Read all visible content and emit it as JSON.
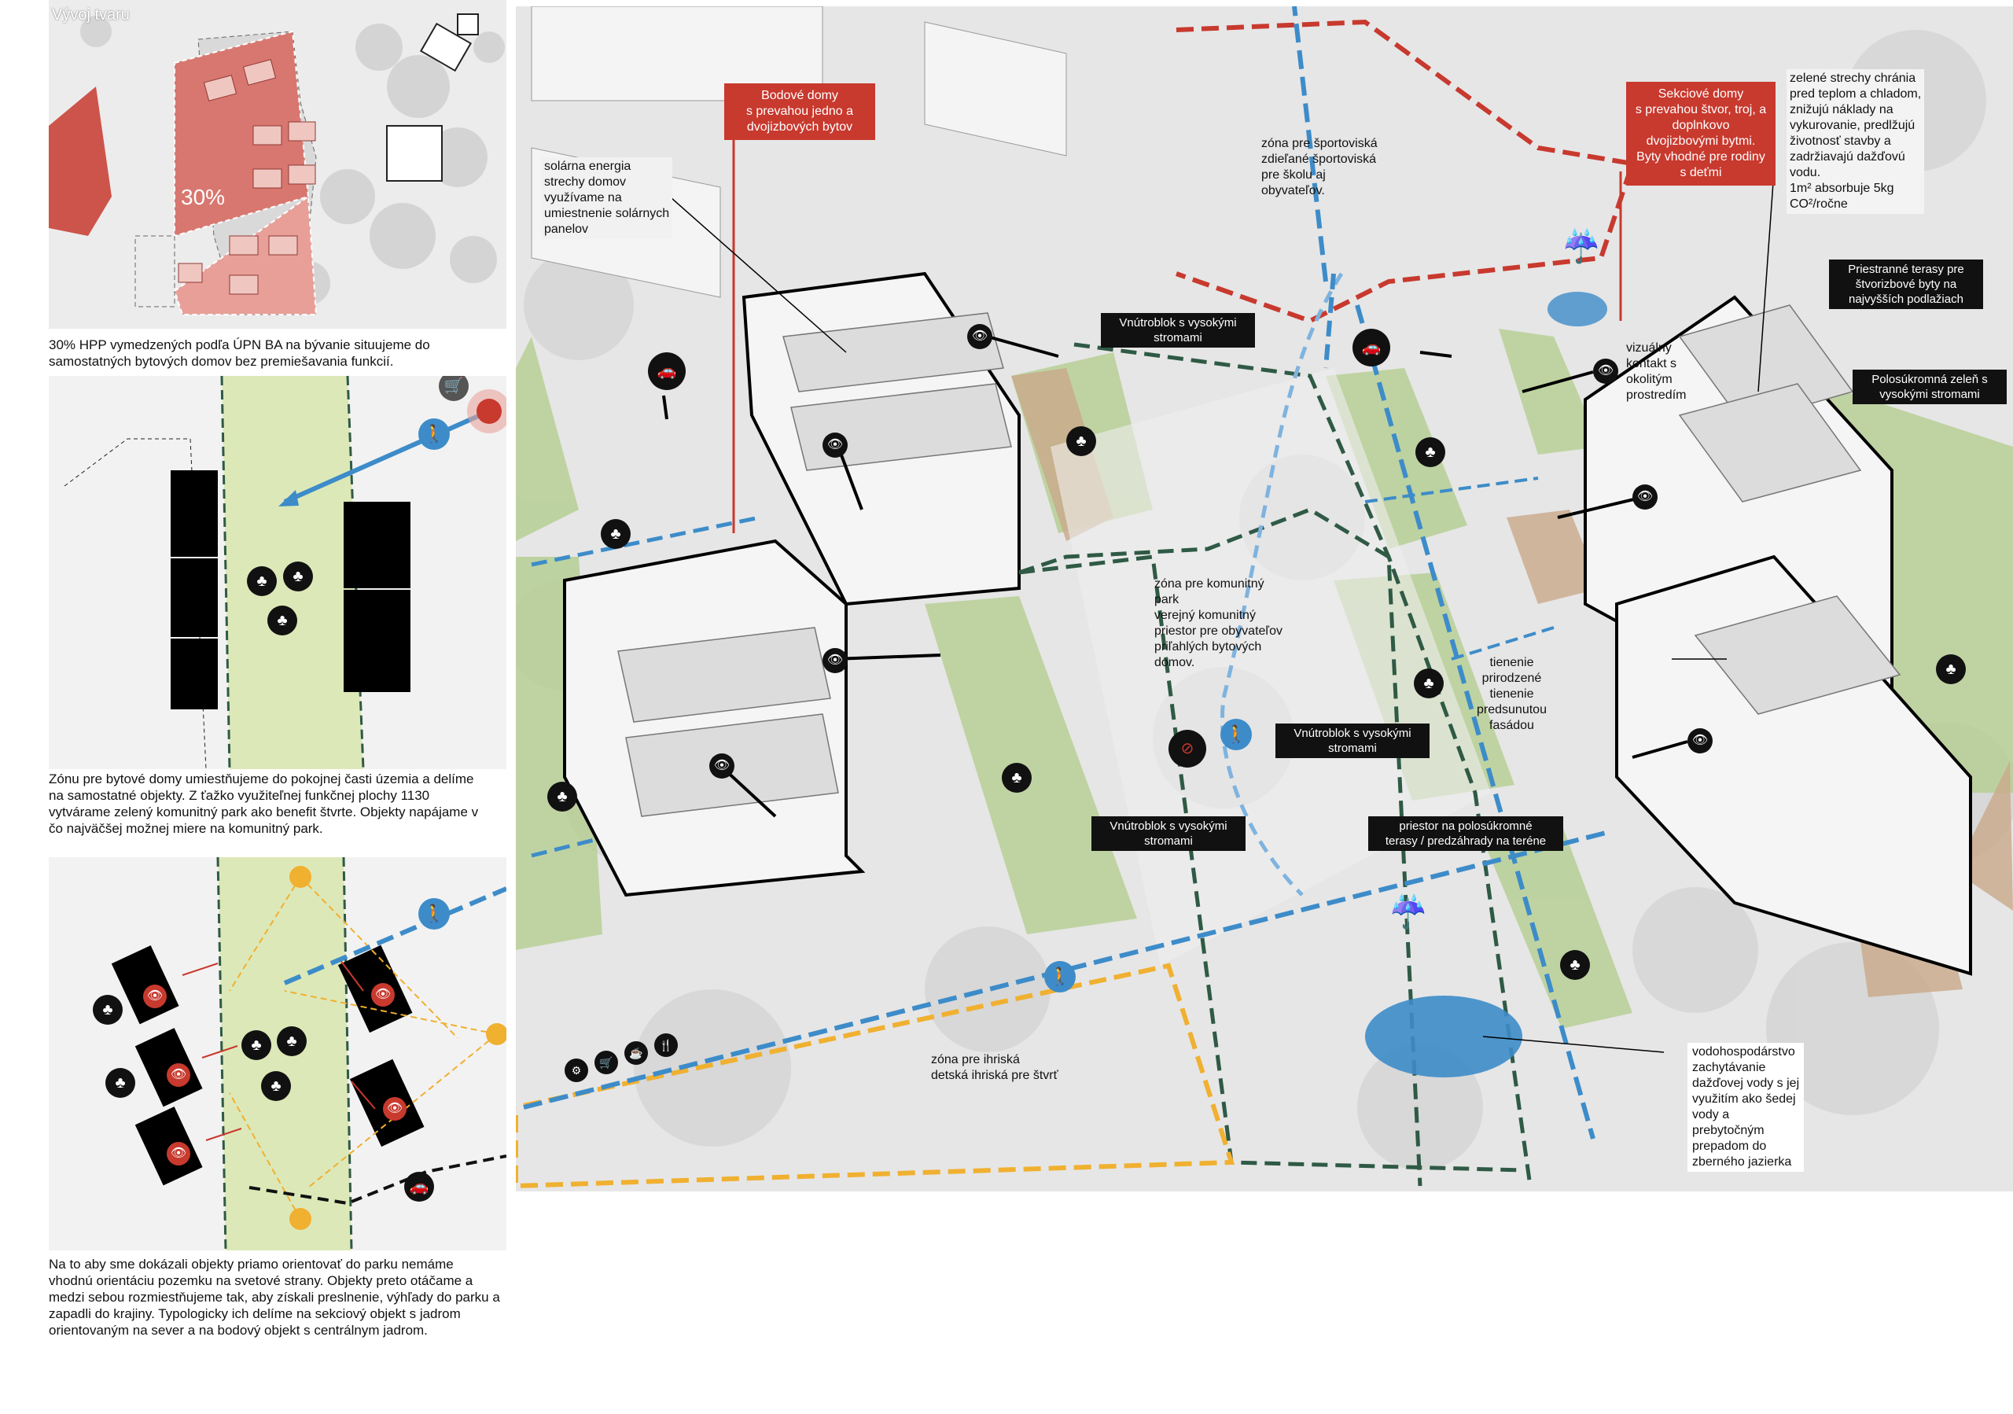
{
  "panel1": {
    "title": "Vývoj tvaru",
    "percent": "30%"
  },
  "caption1": "30% HPP vymedzených podľa ÚPN BA na bývanie situujeme do samostatných bytových domov bez premiešavania funkcií.",
  "caption2": "Zónu pre bytové domy umiestňujeme do pokojnej časti územia a delíme na samostatné objekty. Z ťažko využiteľnej funkčnej plochy 1130 vytvárame zelený komunitný park ako benefit štvrte. Objekty napájame v čo najväčšej možnej miere na komunitný park.",
  "caption3": "Na to aby sme dokázali objekty priamo orientovať do parku nemáme vhodnú orientáciu pozemku na svetové strany. Objekty preto otáčame a medzi sebou rozmiestňujeme tak, aby získali preslnenie, výhľady do parku a zapadli do krajiny. Typologicky ich delíme na sekciový objekt s jadrom orientovaným na sever a na bodový objekt s centrálnym jadrom.",
  "main": {
    "red_tag_left": "Bodové domy\ns prevahou jedno a\ndvojizbových bytov",
    "red_tag_right": "Sekciové domy\ns prevahou štvor, troj, a\ndoplnkovo\ndvojizbovými  bytmi.\nByty vhodné pre rodiny\ns deťmi",
    "solar": "solárna energia\nstrechy domov\nvyužívame na\numiestnenie solárnych\npanelov",
    "sport": "zóna pre športoviská\nzdieľané športoviská\npre školu aj\nobyvateľov.",
    "green_roofs": "zelené strechy chránia\npred teplom a chladom,\nznižujú náklady na\nvykurovanie, predlžujú\nživotnosť stavby a\nzadržiavajú dažďovú\nvodu.\n1m² absorbuje 5kg\nCO²/ročne",
    "terraces_tag": "Priestranné terasy pre\nštvorizbové byty na\nnajvyšších podlažiach",
    "semi_private_tag": "Polosúkromná zeleň s\nvysokými stromami",
    "inner_block_tag_top": "Vnútroblok s vysokými\nstromami",
    "inner_block_tag_mid": "Vnútroblok s vysokými\nstromami",
    "inner_block_tag_bottom": "Vnútroblok s vysokými\nstromami",
    "visual_contact": "vizuálny\nkontakt s\nokolitým\nprostredím",
    "community_park": "zóna pre komunitný\npark\nverejný komunitný\npriestor pre obyvateľov\npriľahlých bytových\ndomov.",
    "shading": "tienenie\nprirodzené\ntienenie\npredsunutou\nfasádou",
    "terrace_tag": "priestor na polosúkromné\nterasy / predzáhrady na teréne",
    "playground": "zóna pre ihriská\ndetská ihriská pre štvrť",
    "water": "vodohospodárstvo\nzachytávanie\ndažďovej vody s jej\nvyužitím ako šedej\nvody a\nprebytočným\nprepadom do\nzberného jazierka"
  },
  "colors": {
    "red": "#c8392e",
    "blue": "#3d8cc9",
    "green_dash": "#2f5a45",
    "orange": "#f0b030",
    "green_fill": "#b7cf95",
    "brown_fill": "#c9a98a",
    "park_fill": "#e4ecc2"
  },
  "icons": [
    "car-icon",
    "eye-icon",
    "tree-icon",
    "pedestrian-icon",
    "cloud-rain-icon",
    "sun-icon",
    "shopping-cart-icon",
    "no-car-icon"
  ]
}
